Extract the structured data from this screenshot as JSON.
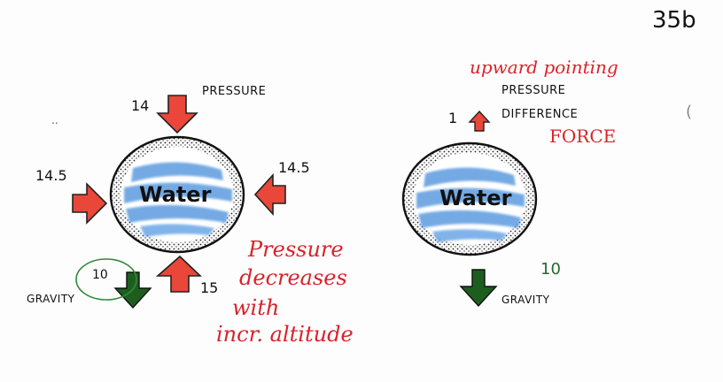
{
  "page_number": "35b",
  "left": {
    "water_label": "Water",
    "top_value": "14",
    "pressure_label": "PRESSURE",
    "left_value": "14.5",
    "right_value": "14.5",
    "bottom_value": "15",
    "gravity_value": "10",
    "gravity_label": "GRAVITY",
    "note_line1": "Pressure",
    "note_line2": "decreases",
    "note_line3": "with",
    "note_line4": "incr. altitude"
  },
  "right": {
    "water_label": "Water",
    "force_value": "1",
    "upward_label": "upward pointing",
    "pressure_label": "PRESSURE",
    "difference_label": "DIFFERENCE",
    "force_label": "FORCE",
    "gravity_value": "10",
    "gravity_label": "GRAVITY"
  },
  "colors": {
    "arrow_red": "#e8473a",
    "arrow_green": "#1d5e1f",
    "water_blue": "#5b9be0",
    "note_red": "#d8232a",
    "note_green": "#1f6b2a"
  }
}
